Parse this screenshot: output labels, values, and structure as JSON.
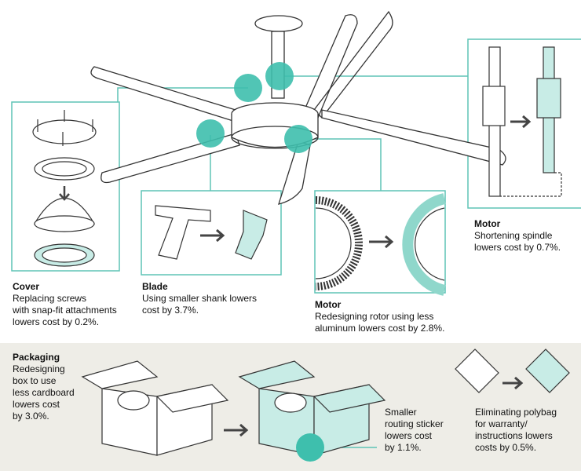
{
  "colors": {
    "teal": "#3ebfad",
    "teal_light": "#c8ece6",
    "line": "#5fc4b6",
    "bg_bottom": "#eeede7",
    "arrow": "#444444"
  },
  "cover": {
    "title": "Cover",
    "text": [
      "Replacing screws",
      "with snap-fit attachments",
      "lowers cost by 0.2%."
    ]
  },
  "blade": {
    "title": "Blade",
    "text": [
      "Using smaller shank lowers",
      "cost by 3.7%."
    ]
  },
  "motor_rotor": {
    "title": "Motor",
    "text": [
      "Redesigning rotor using less",
      "aluminum lowers cost by 2.8%."
    ]
  },
  "motor_spindle": {
    "title": "Motor",
    "text": [
      "Shortening spindle",
      "lowers cost by 0.7%."
    ]
  },
  "packaging": {
    "title": "Packaging",
    "text": [
      "Redesigning",
      "box to use",
      "less cardboard",
      "lowers cost",
      "by 3.0%."
    ]
  },
  "sticker": {
    "text": [
      "Smaller",
      "routing sticker",
      "lowers cost",
      "by 1.1%."
    ]
  },
  "polybag": {
    "text": [
      "Eliminating polybag",
      "for warranty/",
      "instructions lowers",
      "costs by 0.5%."
    ]
  }
}
